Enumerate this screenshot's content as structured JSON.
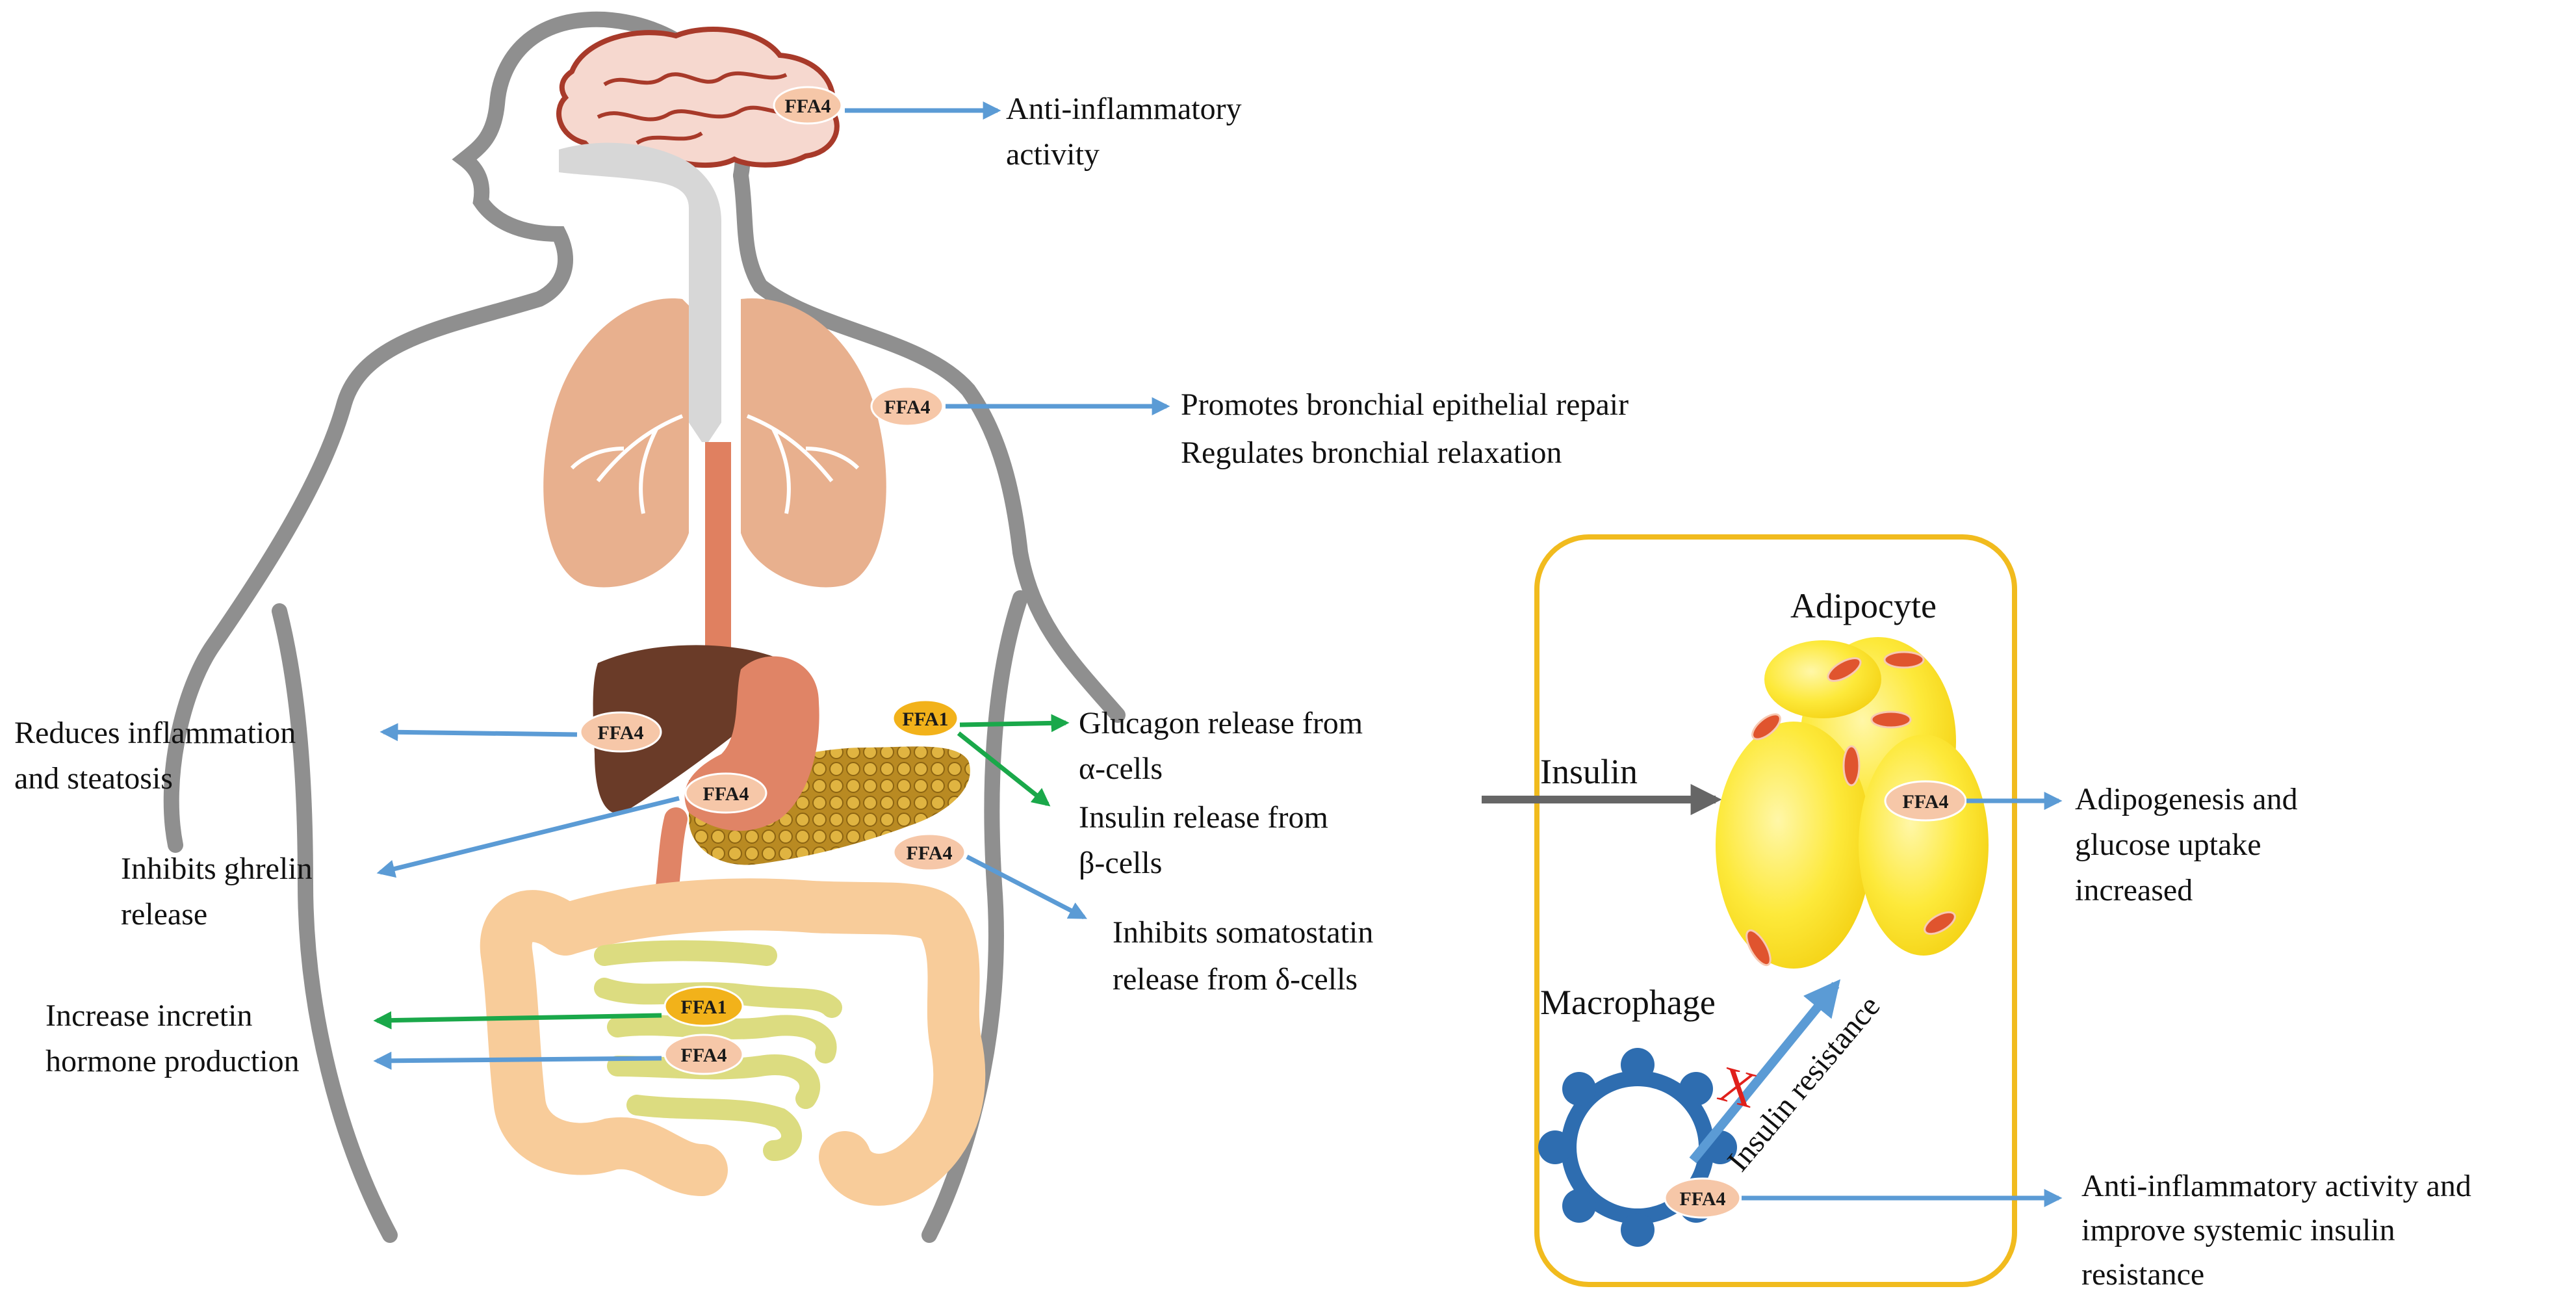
{
  "colors": {
    "ffa4_fill": "#f6c7a8",
    "ffa1_fill": "#f2b21a",
    "arrow_blue": "#5b9bd5",
    "arrow_green": "#1aa84a",
    "arrow_gray": "#666666",
    "box_border": "#f1bb1e",
    "block_x": "#e0201b"
  },
  "receptor_tags": {
    "brain": "FFA4",
    "lung": "FFA4",
    "liver": "FFA4",
    "stomach": "FFA4",
    "pancreas_ffa1": "FFA1",
    "pancreas_ffa4": "FFA4",
    "intestine_ffa1": "FFA1",
    "intestine_ffa4": "FFA4",
    "adipocyte": "FFA4",
    "macrophage": "FFA4"
  },
  "labels": {
    "brain_line1": "Anti-inflammatory",
    "brain_line2": "activity",
    "lung_line1": "Promotes bronchial epithelial repair",
    "lung_line2": "Regulates bronchial relaxation",
    "liver_line1": "Reduces inflammation",
    "liver_line2": "and steatosis",
    "stomach_line1": "Inhibits ghrelin",
    "stomach_line2": "release",
    "glucagon_line1": "Glucagon release from",
    "glucagon_line2": "α-cells",
    "insulin_line1": "Insulin release from",
    "insulin_line2": "β-cells",
    "somatostatin_line1": "Inhibits somatostatin",
    "somatostatin_line2": "release from δ-cells",
    "incretin_line1": "Increase incretin",
    "incretin_line2": "hormone production",
    "adipogenesis_line1": "Adipogenesis and",
    "adipogenesis_line2": "glucose uptake",
    "adipogenesis_line3": "increased",
    "macrophage_line1": "Anti-inflammatory activity and",
    "macrophage_line2": "improve systemic insulin",
    "macrophage_line3": "resistance"
  },
  "panel": {
    "adipocyte_title": "Adipocyte",
    "insulin_input": "Insulin",
    "macrophage_title": "Macrophage",
    "insulin_resistance": "Insulin resistance",
    "block_mark": "X"
  }
}
